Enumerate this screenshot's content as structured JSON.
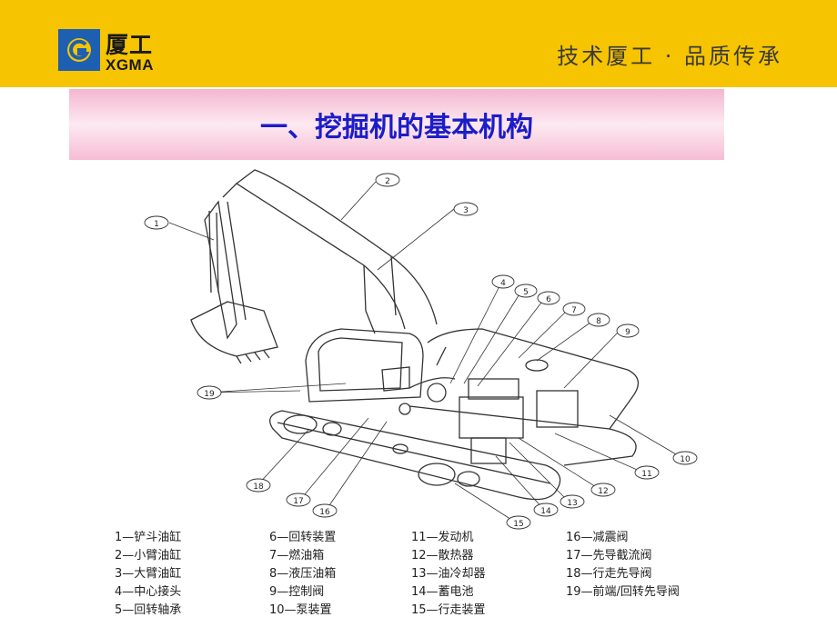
{
  "header": {
    "logo_cn": "厦工",
    "logo_en": "XGMA",
    "slogan": "技术厦工 · 品质传承",
    "brand_color": "#f6c400",
    "logo_color": "#1d5fb0"
  },
  "title": {
    "text": "一、挖掘机的基本机构",
    "text_color": "#1c1cc8"
  },
  "callouts": [
    "1",
    "2",
    "3",
    "4",
    "5",
    "6",
    "7",
    "8",
    "9",
    "10",
    "11",
    "12",
    "13",
    "14",
    "15",
    "16",
    "17",
    "18",
    "19"
  ],
  "legend": {
    "columns": [
      [
        "1—铲斗油缸",
        "2—小臂油缸",
        "3—大臂油缸",
        "4—中心接头",
        "5—回转轴承"
      ],
      [
        "6—回转装置",
        "7—燃油箱",
        "8—液压油箱",
        "9—控制阀",
        "10—泵装置"
      ],
      [
        "11—发动机",
        "12—散热器",
        "13—油冷却器",
        "14—蓄电池",
        "15—行走装置"
      ],
      [
        "16—减震阀",
        "17—先导截流阀",
        "18—行走先导阀",
        "19—前端/回转先导阀"
      ]
    ]
  }
}
